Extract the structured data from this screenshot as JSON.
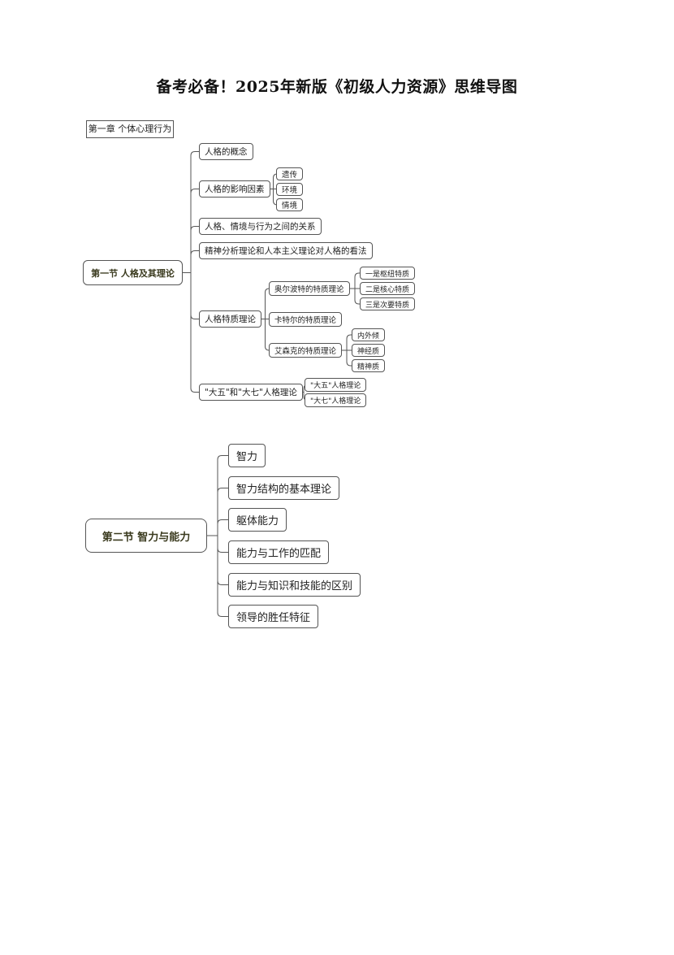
{
  "title": "备考必备！2025年新版《初级人力资源》思维导图",
  "chapter": "第一章 个体心理行为",
  "section1": {
    "root": "第一节 人格及其理论",
    "items": [
      "人格的概念",
      "人格的影响因素",
      "遗传",
      "环境",
      "情境",
      "人格、情境与行为之间的关系",
      "精神分析理论和人本主义理论对人格的看法",
      "人格特质理论",
      "奥尔波特的特质理论",
      "一是枢纽特质",
      "二是核心特质",
      "三是次要特质",
      "卡特尔的特质理论",
      "艾森克的特质理论",
      "内外倾",
      "神经质",
      "精神质",
      "\"大五\"和\"大七\"人格理论",
      "\"大五\"人格理论",
      "\"大七\"人格理论"
    ]
  },
  "section2": {
    "root": "第二节 智力与能力",
    "items": [
      "智力",
      "智力结构的基本理论",
      "躯体能力",
      "能力与工作的匹配",
      "能力与知识和技能的区别",
      "领导的胜任特征"
    ]
  }
}
